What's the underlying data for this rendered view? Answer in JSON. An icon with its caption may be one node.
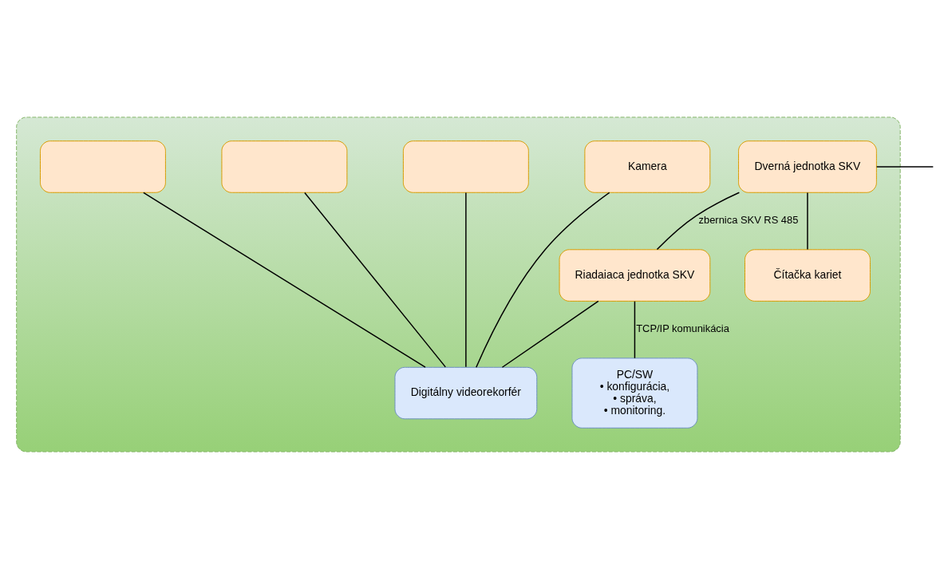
{
  "diagram": {
    "nodes": [
      {
        "text": [],
        "shape": "box"
      },
      {
        "text": [
          "Dverná jednotka SKV"
        ],
        "in": 0
      },
      {
        "text": [
          "Riadaiaca jednotka SKV"
        ],
        "in": 0
      },
      {
        "text": [],
        "shape": "box",
        "in": 0
      },
      {
        "text": [],
        "shape": "box",
        "in": 0
      },
      {
        "text": [],
        "shape": "box",
        "in": 0
      },
      {
        "text": [
          "Kamera"
        ],
        "in": 0
      },
      {
        "text": [
          "PC/SW",
          "• konfigurácia,",
          "• správa,",
          "• monitoring."
        ],
        "in": 0
      },
      {
        "text": [
          "Digitálny videorekorfér"
        ],
        "in": 0
      },
      {
        "text": [
          "Čítačka kariet"
        ],
        "in": 0
      }
    ],
    "edges": [
      {
        "from": null,
        "to": 1,
        "arrow": "none"
      },
      {
        "from": 1,
        "to": 2,
        "arrow": "none",
        "label": "zbernica SKV RS 485"
      },
      {
        "from": 1,
        "to": 9,
        "arrow": "none"
      },
      {
        "from": 7,
        "to": 2,
        "arrow": "none",
        "label": "TCP/IP komunikácia"
      },
      {
        "from": 2,
        "to": 8,
        "arrow": "none"
      },
      {
        "from": 3,
        "to": 8,
        "arrow": "none"
      },
      {
        "from": 4,
        "to": 8,
        "arrow": "none"
      },
      {
        "from": 5,
        "to": 8,
        "arrow": "none"
      },
      {
        "from": 6,
        "to": 8,
        "arrow": "none"
      }
    ]
  }
}
